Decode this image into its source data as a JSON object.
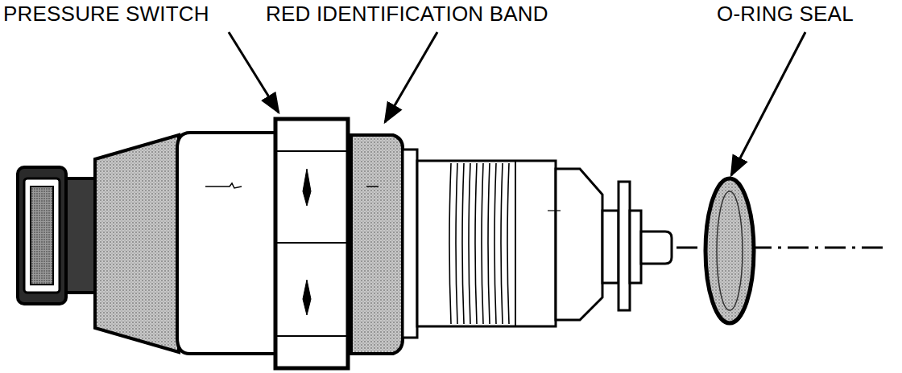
{
  "diagram": {
    "labels": [
      "PRESSURE SWITCH",
      "RED IDENTIFICATION BAND",
      "O-RING SEAL"
    ]
  }
}
